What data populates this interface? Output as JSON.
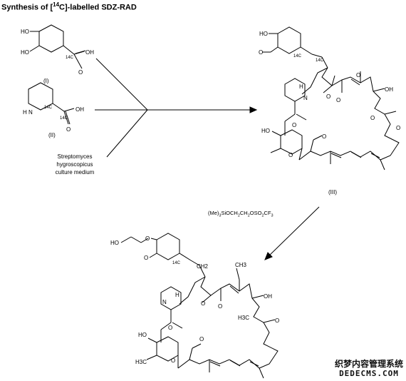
{
  "title": {
    "prefix": "Synthesis of [",
    "isotope": "14",
    "suffix": "C]-labelled SDZ-RAD"
  },
  "compounds": {
    "c1": {
      "label": "(I)",
      "atoms": {
        "ho_a": "HO",
        "ho_b": "HO",
        "oh": "OH",
        "o": "O",
        "c14": "14C"
      }
    },
    "c2": {
      "label": "(II)",
      "atoms": {
        "nh": "H",
        "n": "N",
        "oh": "OH",
        "o": "O",
        "c14a": "14C",
        "c14b": "14C"
      }
    },
    "c3": {
      "label": "(III)"
    }
  },
  "culture": {
    "line1": "Streptomyces",
    "line2": "hygroscopicus",
    "line3": "culture medium"
  },
  "reagent": {
    "p1": "(Me)",
    "s1": "3",
    "p2": "SiOCH",
    "s2": "2",
    "p3": "CH",
    "s3": "2",
    "p4": "OSO",
    "s4": "2",
    "p5": "CF",
    "s5": "3"
  },
  "atoms": {
    "ho": "HO",
    "o": "O",
    "n": "N",
    "h": "H",
    "oh": "OH",
    "c14": "14C",
    "ch2": "CH2",
    "h3c": "H3C",
    "h3c_o": "H3C",
    "me": "CH3"
  },
  "watermark": {
    "top": "织梦内容管理系统",
    "bottom": "DEDECMS.COM"
  }
}
